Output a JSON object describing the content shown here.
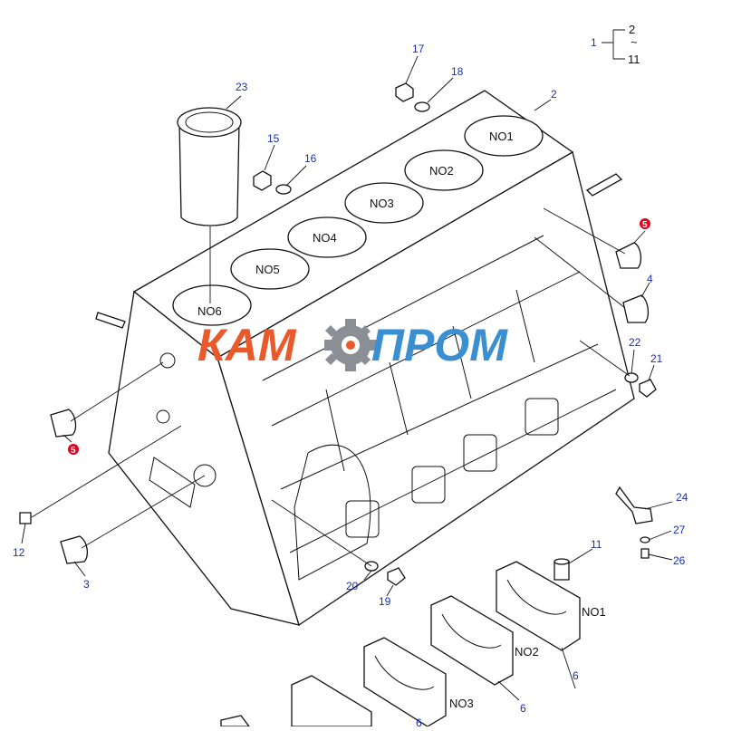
{
  "legend": {
    "parent": "1",
    "range_top": "2",
    "tilde": "~",
    "range_bottom": "11"
  },
  "cylinders": [
    "NO1",
    "NO2",
    "NO3",
    "NO4",
    "NO5",
    "NO6"
  ],
  "bearing_caps": [
    "NO1",
    "NO2",
    "NO3"
  ],
  "callouts": [
    "2",
    "3",
    "4",
    "5",
    "5",
    "6",
    "6",
    "6",
    "11",
    "12",
    "15",
    "16",
    "17",
    "18",
    "19",
    "20",
    "21",
    "22",
    "23",
    "24",
    "26",
    "27"
  ],
  "watermark": {
    "left": "КАМ",
    "right": "ПРОМ"
  }
}
